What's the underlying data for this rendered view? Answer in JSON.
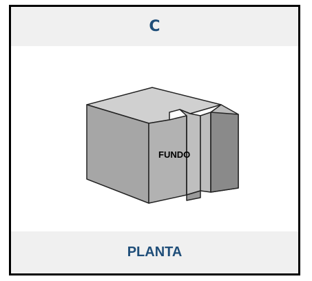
{
  "card": {
    "title": "C",
    "footer": "PLANTA",
    "face_label": "FUNDO",
    "title_color": "#1f4e79",
    "header_bg": "#f0f0f0"
  }
}
